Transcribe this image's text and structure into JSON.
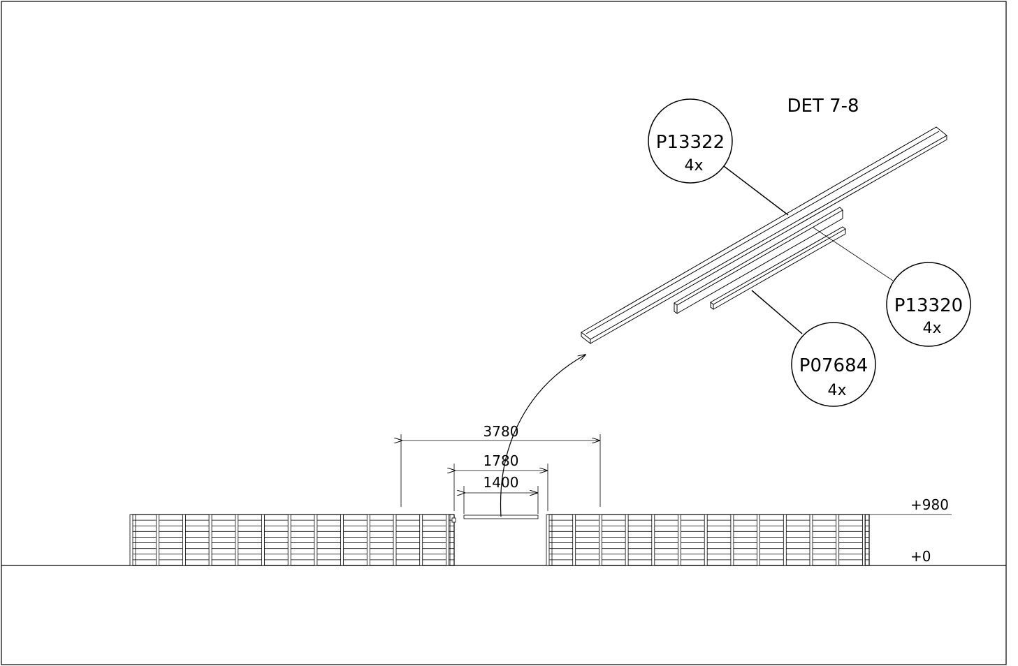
{
  "detail_title": "DET 7-8",
  "callouts": [
    {
      "part": "P13322",
      "qty": "4x"
    },
    {
      "part": "P13320",
      "qty": "4x"
    },
    {
      "part": "P07684",
      "qty": "4x"
    }
  ],
  "dimensions": {
    "overall": "3780",
    "middle": "1780",
    "inner": "1400"
  },
  "levels": {
    "top": "+980",
    "ground": "+0"
  }
}
